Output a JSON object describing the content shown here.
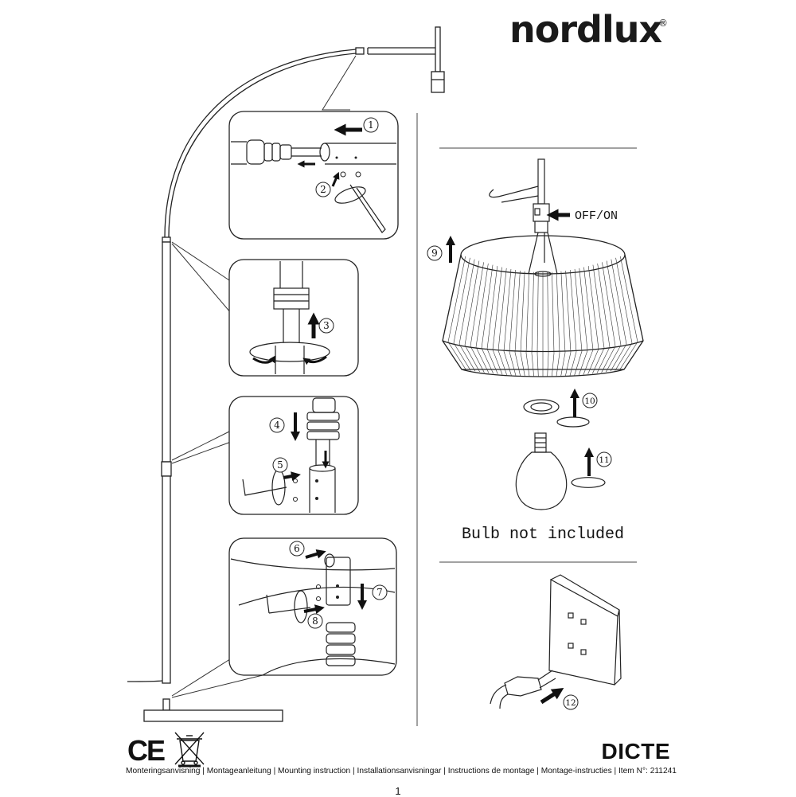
{
  "brand": {
    "name": "nordlux",
    "registered": "®"
  },
  "steps": {
    "s1": "1",
    "s2": "2",
    "s3": "3",
    "s4": "4",
    "s5": "5",
    "s6": "6",
    "s7": "7",
    "s8": "8",
    "s9": "9",
    "s10": "10",
    "s11": "11",
    "s12": "12"
  },
  "switch_label": "OFF/ON",
  "bulb_note": "Bulb not included",
  "product_name": "DICTE",
  "footer": {
    "text": "Monteringsanvisning | Montageanleitung | Mounting instruction | Installationsanvisningar | Instructions de montage | Montage-instructies | Item N°: 211241"
  },
  "page_number": "1",
  "marks": {
    "ce": "CE"
  },
  "icons": [
    "ce-mark-icon",
    "weee-bin-icon",
    "arrow-icon",
    "hex-key-icon",
    "light-bulb-icon",
    "wall-socket-icon",
    "plug-icon"
  ]
}
